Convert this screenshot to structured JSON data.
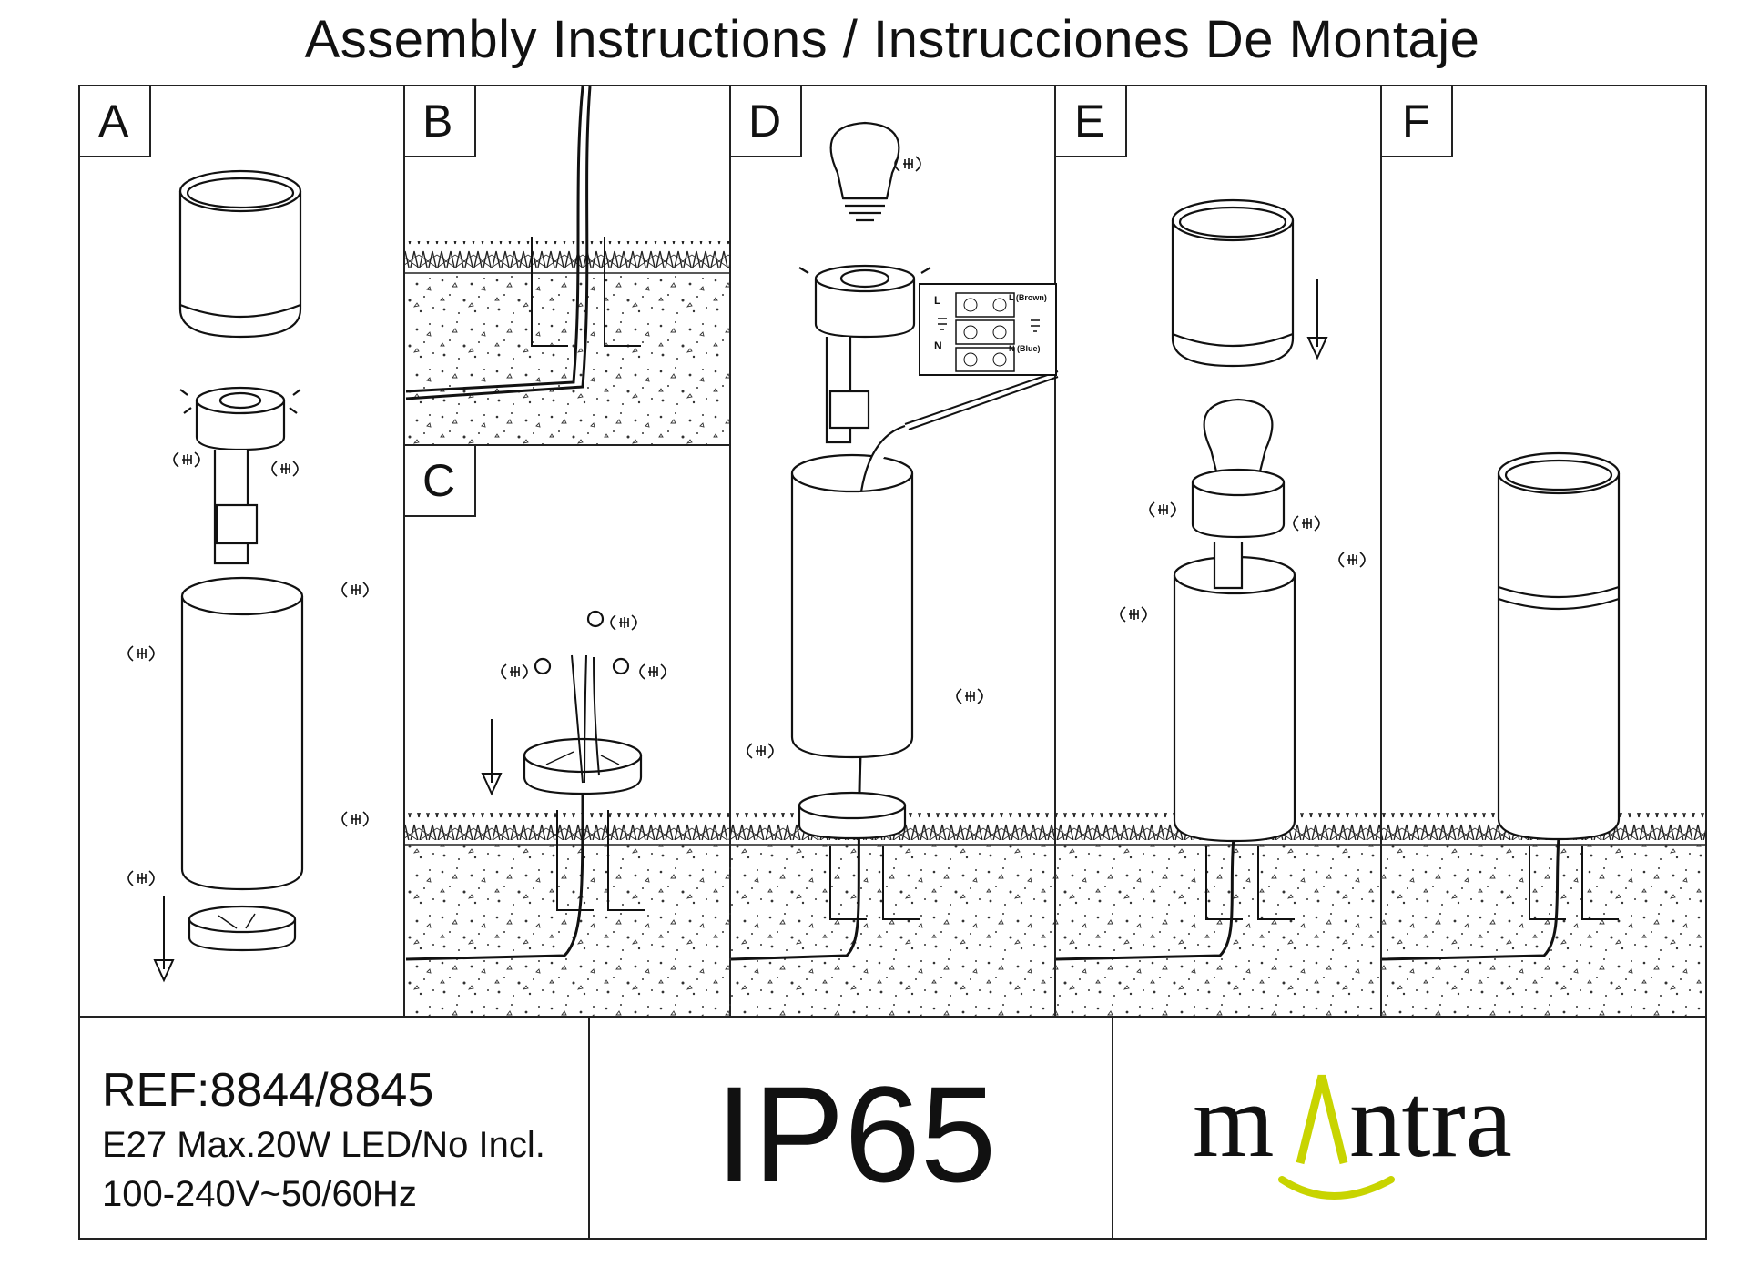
{
  "title": "Assembly Instructions / Instrucciones De Montaje",
  "panels": [
    {
      "id": "A"
    },
    {
      "id": "B"
    },
    {
      "id": "C"
    },
    {
      "id": "D"
    },
    {
      "id": "E"
    },
    {
      "id": "F"
    }
  ],
  "wiring": {
    "l": "L",
    "n": "N",
    "l_color": "L (Brown)",
    "n_color": "N (Blue)"
  },
  "spec": {
    "ref": "REF:8844/8845",
    "line1": "E27 Max.20W LED/No Incl.",
    "line2": "100-240V~50/60Hz"
  },
  "rating": "IP65",
  "brand": {
    "name": "mantra",
    "m": "m",
    "rest": "ntra",
    "accent_color": "#c8d400"
  }
}
